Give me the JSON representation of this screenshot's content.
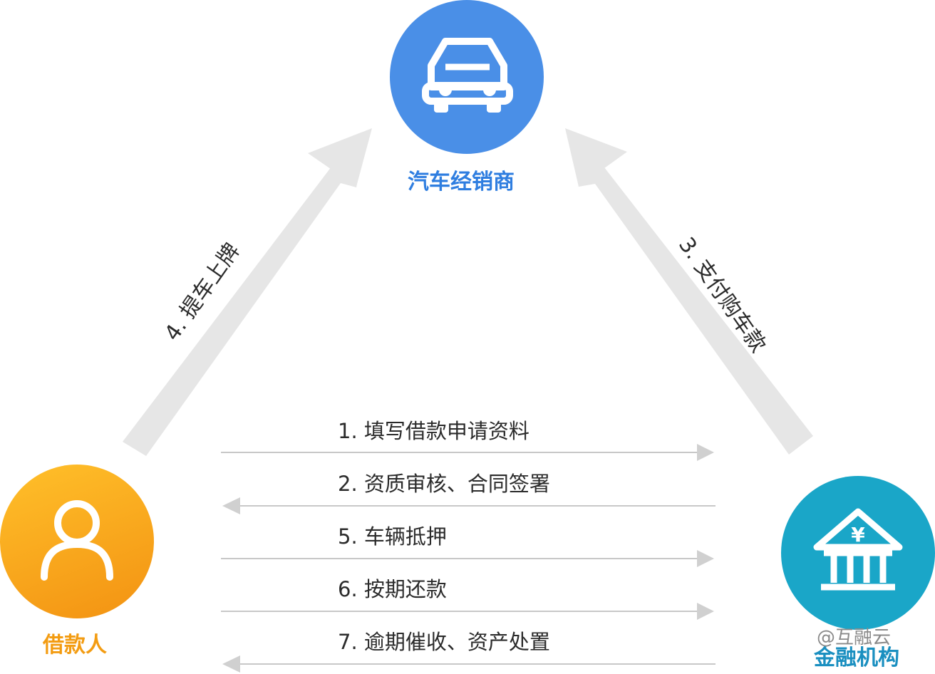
{
  "nodes": {
    "dealer": {
      "label": "汽车经销商",
      "color": "#4a8fe7",
      "label_color": "#2f7ee0",
      "icon": "car-icon"
    },
    "borrower": {
      "label": "借款人",
      "color": "#f7a11a",
      "label_color": "#f39c12",
      "icon": "person-icon"
    },
    "institution": {
      "label": "金融机构",
      "color": "#1aa6c8",
      "label_color": "#1a8fc0",
      "icon": "bank-icon"
    }
  },
  "diagonal_steps": {
    "left": "4. 提车上牌",
    "right": "3. 支付购车款"
  },
  "steps": [
    {
      "label": "1. 填写借款申请资料",
      "direction": "right"
    },
    {
      "label": "2. 资质审核、合同签署",
      "direction": "left"
    },
    {
      "label": "5. 车辆抵押",
      "direction": "right"
    },
    {
      "label": "6. 按期还款",
      "direction": "right"
    },
    {
      "label": "7. 逾期催收、资产处置",
      "direction": "left"
    }
  ],
  "watermark": "@互融云",
  "colors": {
    "arrow_band": "#e6e6e6",
    "flow_line": "#c8c8c8"
  }
}
